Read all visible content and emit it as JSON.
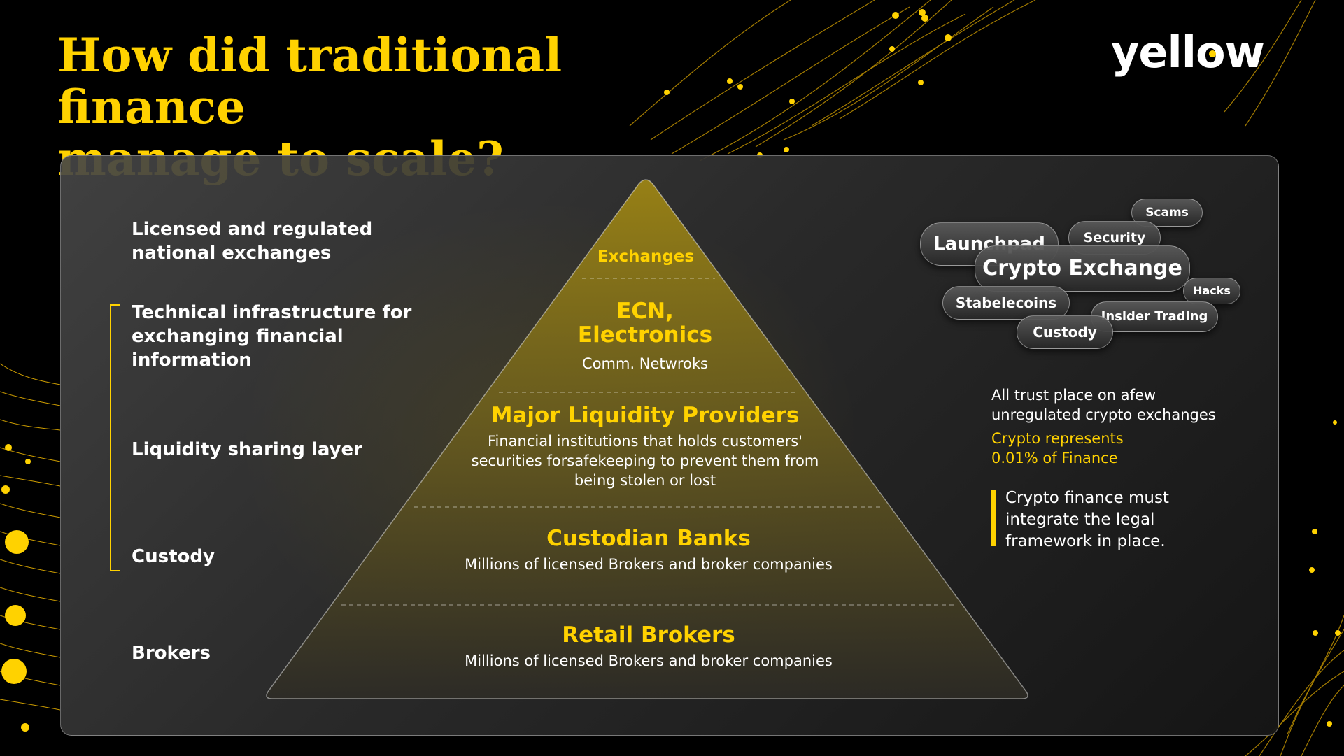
{
  "title": "How did traditional finance\nmanage to scale?",
  "logo": {
    "text_before": "yell",
    "text_o": "o",
    "text_after": "w"
  },
  "colors": {
    "accent": "#FFD200",
    "background": "#000000",
    "panel": "#3a3a3a"
  },
  "left_labels": {
    "exchanges": "Licensed and regulated national exchanges",
    "infrastructure": "Technical infrastructure for exchanging financial information",
    "liquidity": "Liquidity sharing layer",
    "custody": "Custody",
    "brokers": "Brokers"
  },
  "pyramid": {
    "exchanges": {
      "title": "Exchanges"
    },
    "ecn": {
      "title": "ECN, Electronics",
      "desc": "Comm. Netwroks"
    },
    "liquidity": {
      "title": "Major Liquidity Providers",
      "desc": "Financial institutions that holds customers' securities forsafekeeping to prevent them from being stolen or lost"
    },
    "custodian": {
      "title": "Custodian Banks",
      "desc": "Millions of licensed Brokers and broker companies"
    },
    "retail": {
      "title": "Retail Brokers",
      "desc": "Millions of licensed Brokers and broker companies"
    }
  },
  "tags": {
    "launchpad": "Launchpad",
    "scams": "Scams",
    "security": "Security",
    "crypto_exchange": "Crypto Exchange",
    "hacks": "Hacks",
    "stablecoins": "Stabelecoins",
    "insider_trading": "Insider Trading",
    "custody": "Custody"
  },
  "right": {
    "trust": "All trust place on afew unregulated crypto exchanges",
    "represents": "Crypto represents 0.01% of Finance",
    "quote": "Crypto finance must integrate the legal framework in place."
  }
}
